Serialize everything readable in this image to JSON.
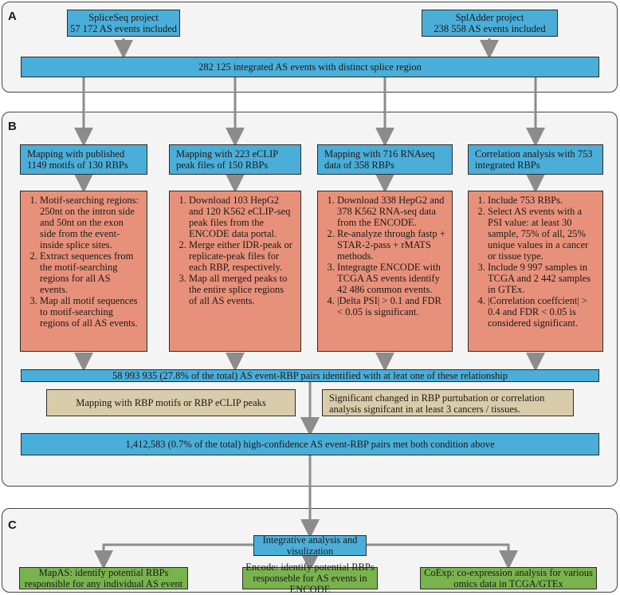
{
  "panels": [
    {
      "label": "A"
    },
    {
      "label": "B"
    },
    {
      "label": "C"
    }
  ],
  "A": {
    "spliceseq": {
      "line1": "SpliceSeq project",
      "line2": "57 172 AS events included"
    },
    "spladder": {
      "line1": "SplAdder project",
      "line2": "238 558 AS events included"
    },
    "integrated": "282 125 integrated AS events with distinct splice region"
  },
  "B": {
    "columns": [
      {
        "header": "Mapping with published 1149 motifs of 130 RBPs",
        "steps": [
          "Motif-searching regions: 250nt on the intron side and 50nt on the exon side from the event-inside splice sites.",
          "Extract sequences from the motif-searching regions for all AS events.",
          "Map all motif sequences to motif-searching regions of all AS events."
        ]
      },
      {
        "header": "Mapping with 223 eCLIP peak files of 150 RBPs",
        "steps": [
          "Download 103 HepG2 and 120 K562 eCLIP-seq peak files from the ENCODE data portal.",
          "Merge either IDR-peak or replicate-peak files for each RBP, respectively.",
          "Map all merged peaks to the entire splice regions of all AS events."
        ]
      },
      {
        "header": "Mapping with 716 RNAseq data of 358 RBPs",
        "steps": [
          "Download 338 HepG2 and 378 K562 RNA-seq data from the ENCODE.",
          "Re-analyze through fastp + STAR-2-pass + rMATS methods.",
          "Integragte ENCODE with TCGA AS events identify 42 486 common events.",
          "|Delta PSI| > 0.1 and FDR < 0.05 is significant."
        ]
      },
      {
        "header": "Correlation analysis with 753 integrated RBPs",
        "steps": [
          "Include 753 RBPs.",
          "Select AS events with a PSI value: at least 30 sample, 75% of all, 25% unique values in a cancer or tissue type.",
          "Include 9 997 samples in TCGA and 2 442 samples in GTEx.",
          "|Correlation coeffcient| > 0.4 and FDR < 0.05 is considered significant."
        ]
      }
    ],
    "pairs_identified": "58 993 935 (27.8% of the total) AS event-RBP pairs identified with at leat one of these relationship",
    "condition_left": "Mapping with RBP motifs or RBP eCLIP peaks",
    "condition_right": "Significant changed in RBP purtubation or correlation analysis signifcant in at least 3 cancers / tissues.",
    "high_confidence": "1,412,583 (0.7% of the total)  high-confidence AS event-RBP pairs met both condition above"
  },
  "C": {
    "integrative": "Integrative analysis and visulization",
    "outputs": [
      "MapAS: identify potential RBPs responsible for any individual AS event",
      "Encode: identify potential RBPs responseble for AS events in ENCODE",
      "CoExp: co-expression analysis for various omics data in TCGA/GTEx"
    ]
  },
  "colors": {
    "blue": "#4aaed9",
    "orange": "#e8917a",
    "tan": "#d9ccaa",
    "green": "#78b34d",
    "arrow": "#8c8c8c"
  }
}
